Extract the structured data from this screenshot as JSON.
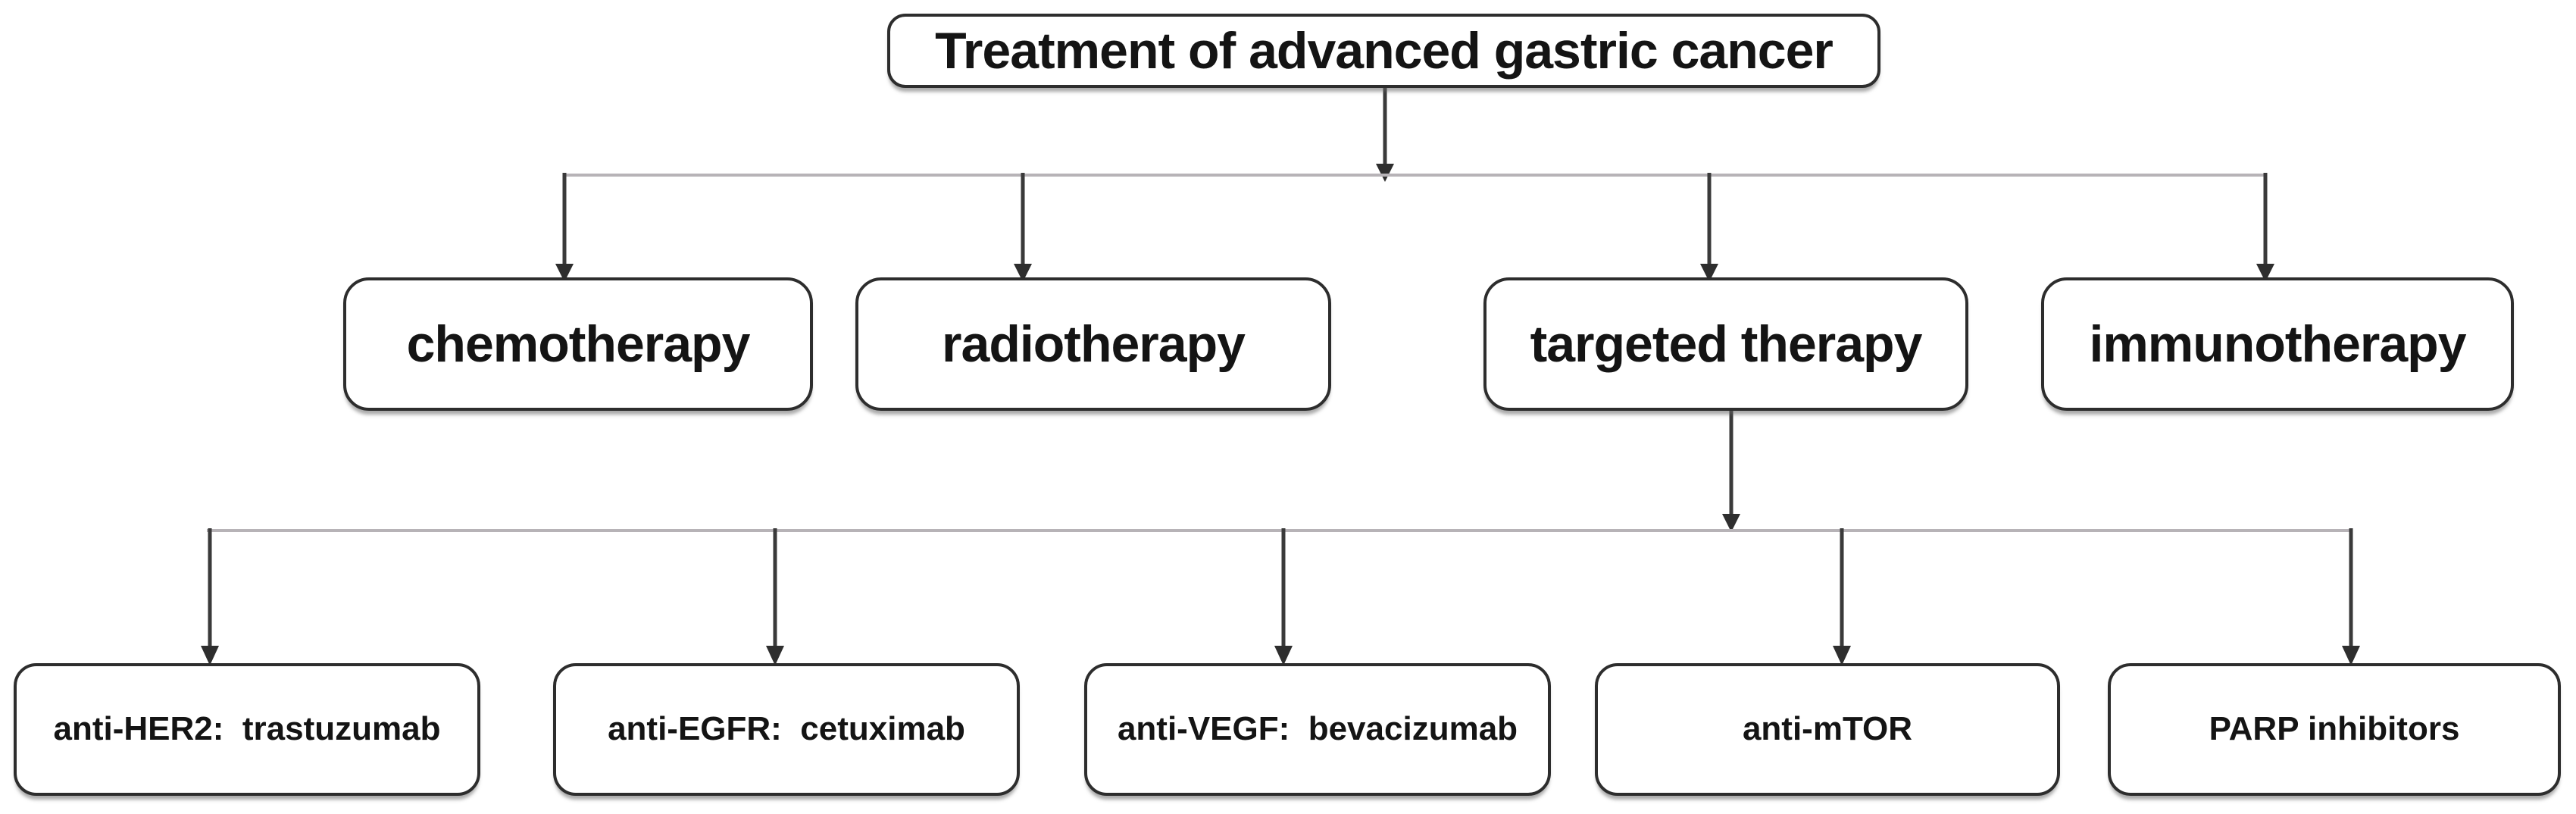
{
  "diagram": {
    "type": "flowchart",
    "root": {
      "label": "Treatment of advanced gastric cancer"
    },
    "branches": [
      {
        "label": "chemotherapy"
      },
      {
        "label": "radiotherapy"
      },
      {
        "label": "targeted therapy",
        "children": [
          {
            "label": "anti-HER2:  trastuzumab"
          },
          {
            "label": "anti-EGFR:  cetuximab"
          },
          {
            "label": "anti-VEGF:  bevacizumab"
          },
          {
            "label": "anti-mTOR"
          },
          {
            "label": "PARP inhibitors"
          }
        ]
      },
      {
        "label": "immunotherapy"
      }
    ],
    "colors": {
      "background": "#ffffff",
      "box_fill": "#ffffff",
      "box_border": "#2d2d2d",
      "text": "#141414",
      "connector_dark": "#3a3a3a",
      "connector_light": "#b7b3b7"
    }
  }
}
